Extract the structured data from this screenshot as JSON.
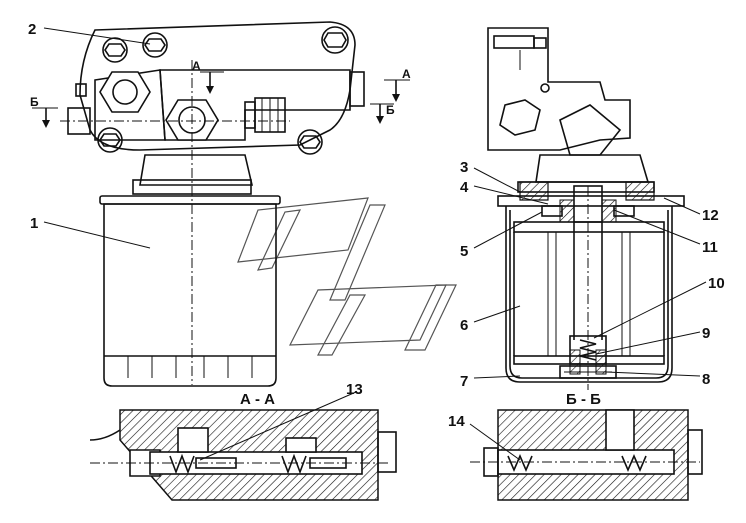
{
  "callouts": {
    "c1": "1",
    "c2": "2",
    "c3": "3",
    "c4": "4",
    "c5": "5",
    "c6": "6",
    "c7": "7",
    "c8": "8",
    "c9": "9",
    "c10": "10",
    "c11": "11",
    "c12": "12",
    "c13": "13",
    "c14": "14"
  },
  "sections": {
    "aa": "А - А",
    "bb": "Б - Б"
  },
  "arrows": {
    "a_top": "А",
    "a_right": "А",
    "b_left": "Б",
    "b_right": "Б"
  },
  "colors": {
    "line": "#111111",
    "hatch": "#111111",
    "watermark": "#555555"
  }
}
